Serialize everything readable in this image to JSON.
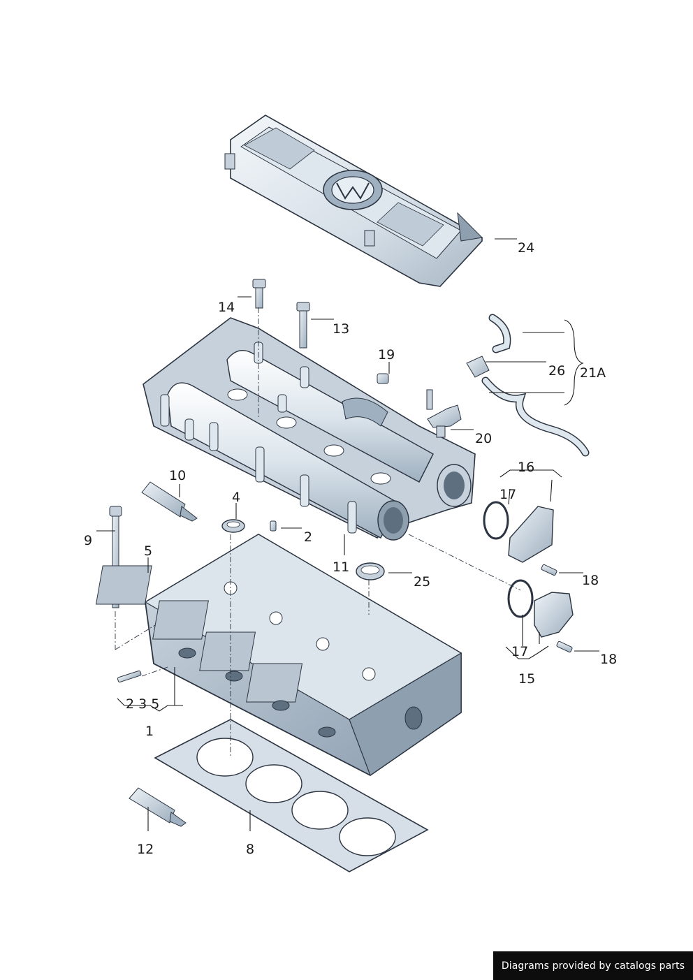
{
  "callouts": {
    "c24": "24",
    "c14": "14",
    "c13": "13",
    "c19": "19",
    "c26": "26",
    "c21a": "21A",
    "c20": "20",
    "c16": "16",
    "c10": "10",
    "c4": "4",
    "c17a": "17",
    "c2": "2",
    "c9": "9",
    "c5": "5",
    "c11": "11",
    "c25": "25",
    "c18a": "18",
    "c17b": "17",
    "c18b": "18",
    "c15": "15",
    "c235": "2 3 5",
    "c1": "1",
    "c12": "12",
    "c8": "8"
  },
  "credit": "Diagrams provided by catalogs parts",
  "colors": {
    "part_light": "#e7eef4",
    "part_mid": "#c6d1dc",
    "part_dark": "#8e9fb0",
    "outline": "#2b3440",
    "leader": "#1a1a1a"
  }
}
